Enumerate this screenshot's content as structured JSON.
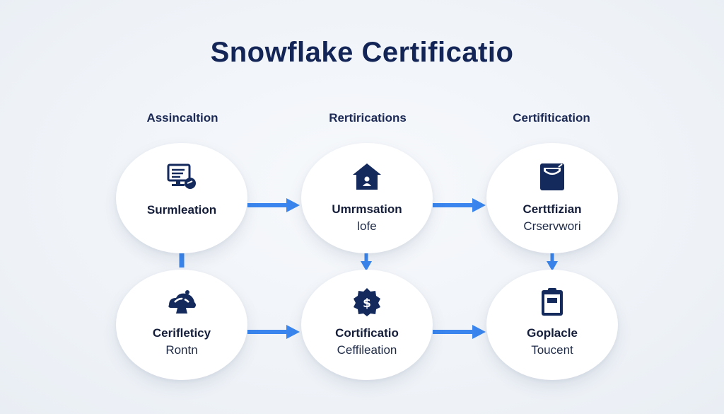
{
  "title": "Snowflake Certificatio",
  "columns": [
    "Assincaltion",
    "Rertirications",
    "Certifitication"
  ],
  "nodes": {
    "r1c1": {
      "line1": "Surmleation",
      "icon": "monitor-icon"
    },
    "r1c2": {
      "line1": "Umrmsation",
      "line2": "lofe",
      "icon": "house-icon"
    },
    "r1c3": {
      "line1": "Certtfizian",
      "line2": "Crservwori",
      "icon": "certificate-icon"
    },
    "r2c1": {
      "line1": "Cerifleticy",
      "line2": "Rontn",
      "icon": "cloud-gauge-icon"
    },
    "r2c2": {
      "line1": "Cortificatio",
      "line2": "Ceffileation",
      "icon": "dollar-badge-icon"
    },
    "r2c3": {
      "line1": "Goplacle",
      "line2": "Toucent",
      "icon": "clipboard-icon"
    }
  },
  "colors": {
    "title": "#132556",
    "icon": "#142a5c",
    "arrow": "#3a86ee"
  }
}
